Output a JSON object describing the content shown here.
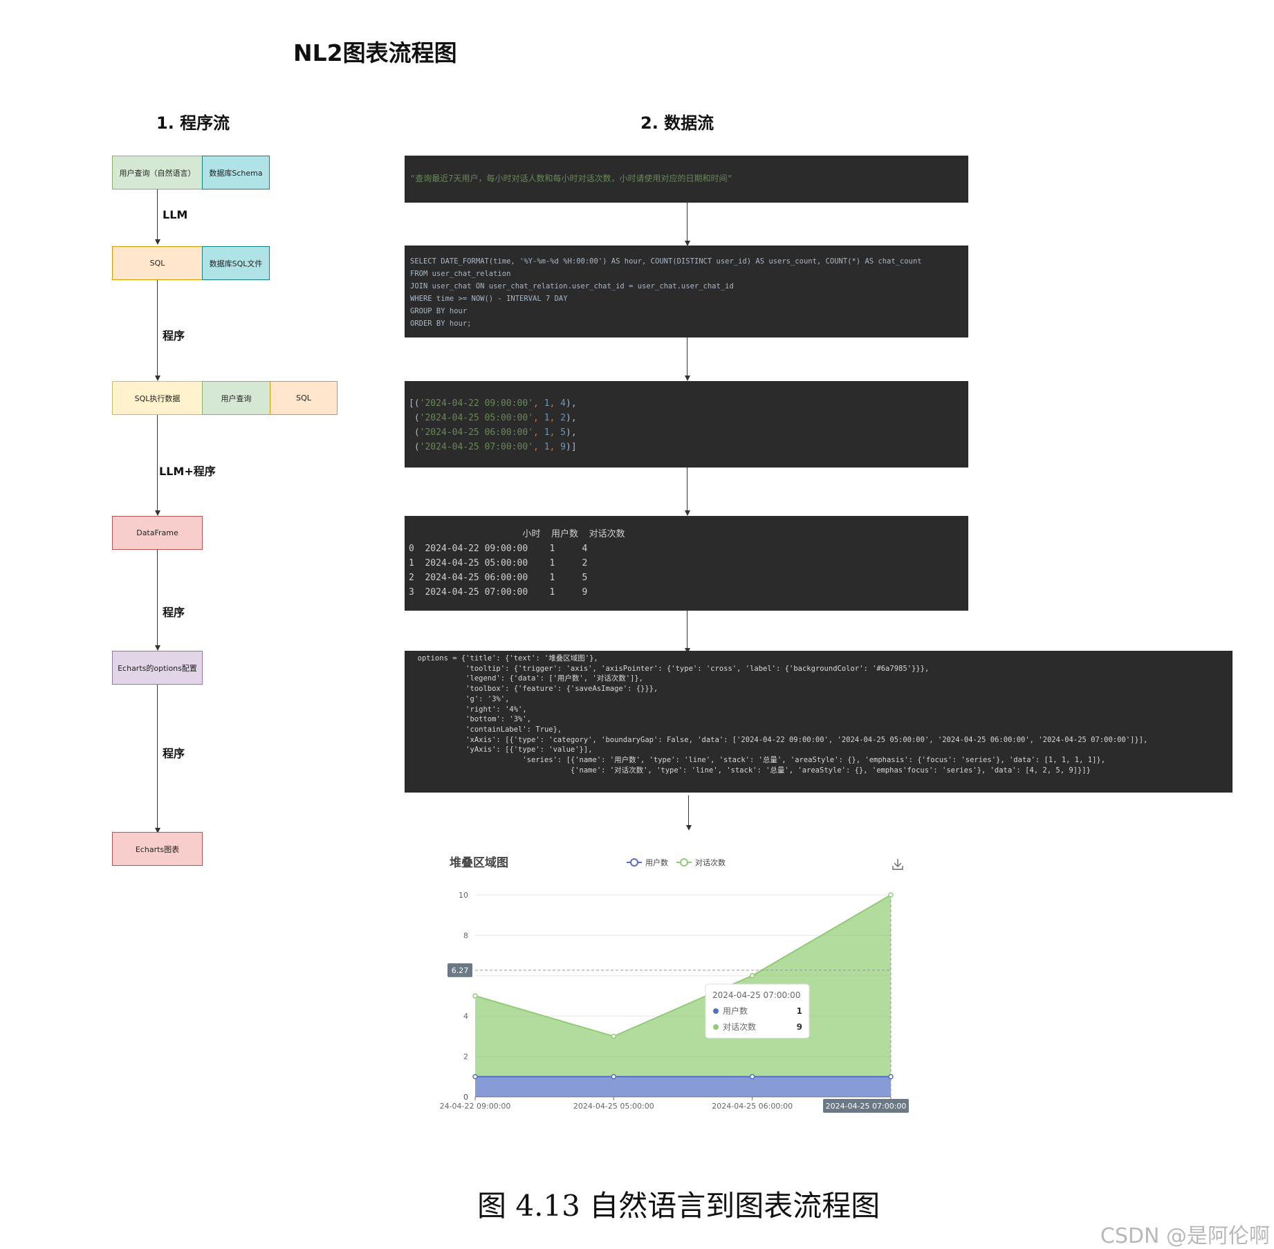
{
  "title": "NL2图表流程图",
  "program_flow": {
    "title": "1. 程序流",
    "row1": [
      "用户查询（自然语言）",
      "数据库Schema"
    ],
    "edge1": "LLM",
    "row2": [
      "SQL",
      "数据库SQL文件"
    ],
    "edge2": "程序",
    "row3": [
      "SQL执行数据",
      "用户查询",
      "SQL"
    ],
    "edge3": "LLM+程序",
    "node4": "DataFrame",
    "edge4": "程序",
    "node5": "Echarts的options配置",
    "edge5": "程序",
    "node6": "Echarts图表"
  },
  "data_flow": {
    "title": "2. 数据流",
    "query": "\"查询最近7天用户，每小时对话人数和每小时对话次数，小时请使用对应的日期和时间\"",
    "sql_lines": [
      "SELECT DATE_FORMAT(time, '%Y-%m-%d %H:00:00') AS hour, COUNT(DISTINCT user_id) AS users_count, COUNT(*) AS chat_count",
      "FROM user_chat_relation",
      "JOIN user_chat ON user_chat_relation.user_chat_id = user_chat.user_chat_id",
      "WHERE time >= NOW() - INTERVAL 7 DAY",
      "GROUP BY hour",
      "ORDER BY hour;"
    ],
    "tuples": [
      {
        "open": "[(",
        "date": "'2024-04-22 09:00:00'",
        "a": "1",
        "b": "4",
        "close": "),"
      },
      {
        "open": " (",
        "date": "'2024-04-25 05:00:00'",
        "a": "1",
        "b": "2",
        "close": "),"
      },
      {
        "open": " (",
        "date": "'2024-04-25 06:00:00'",
        "a": "1",
        "b": "5",
        "close": "),"
      },
      {
        "open": " (",
        "date": "'2024-04-25 07:00:00'",
        "a": "1",
        "b": "9",
        "close": ")]"
      }
    ],
    "dataframe_lines": [
      "                     小时  用户数  对话次数",
      "0  2024-04-22 09:00:00    1     4",
      "1  2024-04-25 05:00:00    1     2",
      "2  2024-04-25 06:00:00    1     5",
      "3  2024-04-25 07:00:00    1     9"
    ],
    "options_lines": [
      "  options = {'title': {'text': '堆叠区域图'},",
      "             'tooltip': {'trigger': 'axis', 'axisPointer': {'type': 'cross', 'label': {'backgroundColor': '#6a7985'}}},",
      "             'legend': {'data': ['用户数', '对话次数']},",
      "             'toolbox': {'feature': {'saveAsImage': {}}},",
      "             'g': '3%',",
      "             'right': '4%',",
      "             'bottom': '3%',",
      "             'containLabel': True},",
      "             'xAxis': [{'type': 'category', 'boundaryGap': False, 'data': ['2024-04-22 09:00:00', '2024-04-25 05:00:00', '2024-04-25 06:00:00', '2024-04-25 07:00:00']}],",
      "             'yAxis': [{'type': 'value'}],",
      "                          'series': [{'name': '用户数', 'type': 'line', 'stack': '总量', 'areaStyle': {}, 'emphasis': {'focus': 'series'}, 'data': [1, 1, 1, 1]},",
      "                                     {'name': '对话次数', 'type': 'line', 'stack': '总量', 'areaStyle': {}, 'emphas'focus': 'series'}, 'data': [4, 2, 5, 9]}]}"
    ]
  },
  "chart_data": {
    "type": "area",
    "title": "堆叠区域图",
    "categories": [
      "2024-04-22 09:00:00",
      "2024-04-25 05:00:00",
      "2024-04-25 06:00:00",
      "2024-04-25 07:00:00"
    ],
    "x_tick_labels": [
      "24-04-22 09:00:00",
      "2024-04-25 05:00:00",
      "2024-04-25 06:00:00",
      "2024-04-25 07:00:00"
    ],
    "stacked": true,
    "series": [
      {
        "name": "用户数",
        "values": [
          1,
          1,
          1,
          1
        ],
        "color": "#5470c6"
      },
      {
        "name": "对话次数",
        "values": [
          4,
          2,
          5,
          9
        ],
        "color": "#91cc75"
      }
    ],
    "ylim": [
      0,
      10
    ],
    "yticks": [
      0,
      2,
      4,
      6,
      8,
      10
    ],
    "y_tick_labels": [
      "0",
      "2",
      "4",
      "",
      "8",
      "10"
    ],
    "grid": true,
    "legend_position": "top",
    "axis_pointer_label": "6.27",
    "axis_pointer_value": 6.27,
    "tooltip": {
      "title": "2024-04-25 07:00:00",
      "rows": [
        {
          "name": "用户数",
          "value": "1",
          "color": "#5470c6"
        },
        {
          "name": "对话次数",
          "value": "9",
          "color": "#91cc75"
        }
      ]
    },
    "active_x_label": "2024-04-25 07:00:00"
  },
  "caption": "图 4.13  自然语言到图表流程图",
  "watermark": "CSDN @是阿伦啊"
}
